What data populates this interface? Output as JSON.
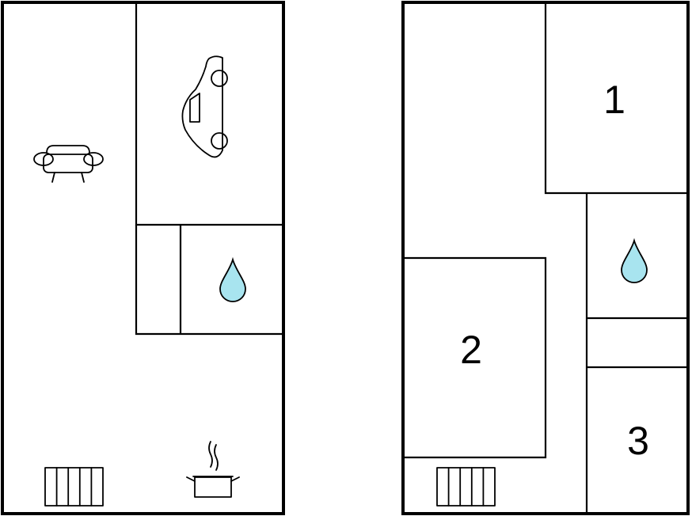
{
  "floors": [
    {
      "id": "ground-floor",
      "icons": [
        "sofa-icon",
        "car-icon",
        "water-drop-icon",
        "radiator-icon",
        "cooking-pot-icon"
      ]
    },
    {
      "id": "upper-floor",
      "rooms": [
        {
          "number": "1"
        },
        {
          "number": "2"
        },
        {
          "number": "3"
        }
      ],
      "icons": [
        "water-drop-icon",
        "radiator-icon"
      ]
    }
  ],
  "colors": {
    "wall": "#000000",
    "background": "#ffffff",
    "water": "#a8e4ef"
  }
}
